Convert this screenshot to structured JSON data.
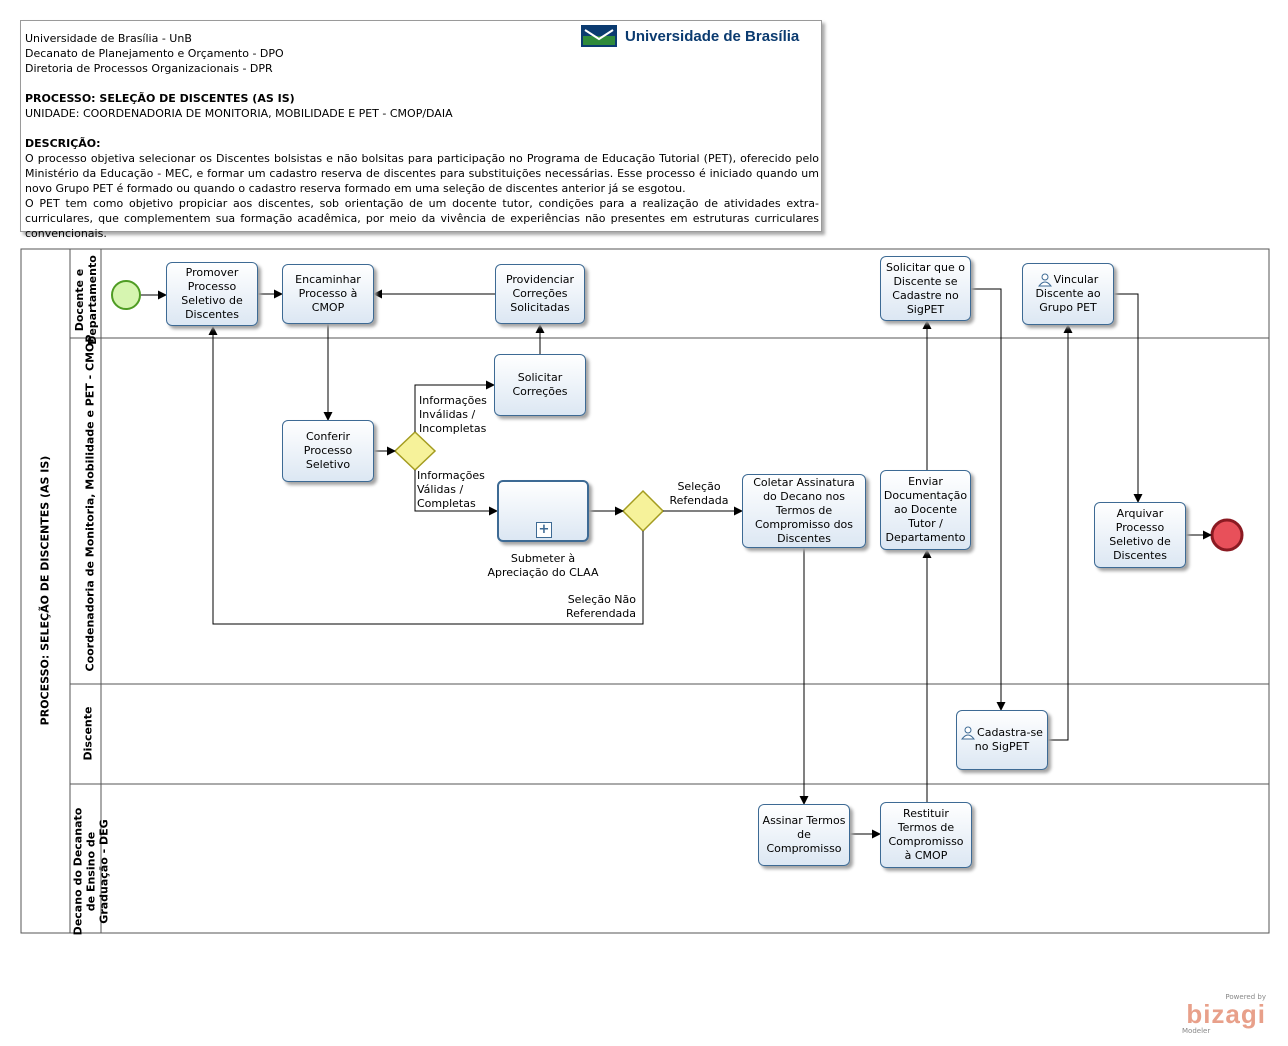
{
  "header": {
    "org_lines": [
      "Universidade de Brasília - UnB",
      "Decanato de Planejamento e Orçamento - DPO",
      "Diretoria de Processos Organizacionais - DPR"
    ],
    "process_title": "PROCESSO: SELEÇÃO DE DISCENTES (AS IS)",
    "unit": "UNIDADE: COORDENADORIA DE MONITORIA, MOBILIDADE E PET - CMOP/DAIA",
    "description_label": "DESCRIÇÃO:",
    "description_p1": "O processo objetiva selecionar os Discentes bolsistas e não bolsitas para participação no Programa de Educação Tutorial (PET), oferecido pelo Ministério da Educação - MEC, e formar um cadastro reserva de discentes para substituições necessárias. Esse processo é iniciado quando um novo Grupo PET é formado ou quando o cadastro reserva formado em uma seleção de discentes anterior já se esgotou.",
    "description_p2": "O PET tem como objetivo propiciar aos discentes, sob orientação de um docente tutor, condições para a realização de atividades extra-curriculares, que complementem sua formação acadêmica, por meio da vivência de experiências não presentes em estruturas curriculares convencionais.",
    "logo_text": "Universidade de Brasília"
  },
  "pool": {
    "name": "PROCESSO: SELEÇÃO DE DISCENTES (AS IS)",
    "lanes": [
      "Docente e Departamento",
      "Coordenadoria de Monitoria, Mobilidade e PET - CMOP",
      "Discente",
      "Decano do Decanato de Ensino de Graduação - DEG"
    ]
  },
  "tasks": {
    "promover": "Promover Processo Seletivo de Discentes",
    "encaminhar": "Encaminhar Processo à CMOP",
    "providenciar": "Providenciar Correções Solicitadas",
    "solicitar_correcoes": "Solicitar Correções",
    "conferir": "Conferir Processo Seletivo",
    "submeter": "Submeter à Apreciação do CLAA",
    "coletar": "Coletar Assinatura do Decano nos Termos de Compromisso dos Discentes",
    "solicitar_cadastro": "Solicitar que o Discente se Cadastre no SigPET",
    "enviar": "Enviar Documentação ao Docente Tutor / Departamento",
    "vincular": "Vincular Discente ao Grupo PET",
    "arquivar": "Arquivar Processo Seletivo de Discentes",
    "cadastrase": "Cadastra-se no SigPET",
    "assinar": "Assinar Termos de Compromisso",
    "restituir": "Restituir Termos de Compromisso à CMOP"
  },
  "flow_labels": {
    "invalidas": "Informações Inválidas / Incompletas",
    "validas": "Informações Válidas / Completas",
    "referendada": "Seleção Refendada",
    "nao_referendada": "Seleção Não Referendada"
  },
  "brand": {
    "powered_by": "Powered by",
    "name": "bizagi",
    "product": "Modeler"
  },
  "colors": {
    "task_border": "#3d6a94",
    "gateway_fill": "#f6f29a",
    "start_fill": "#d6f5b0",
    "end_fill": "#e8505a",
    "logo_blue": "#0b3b70"
  }
}
